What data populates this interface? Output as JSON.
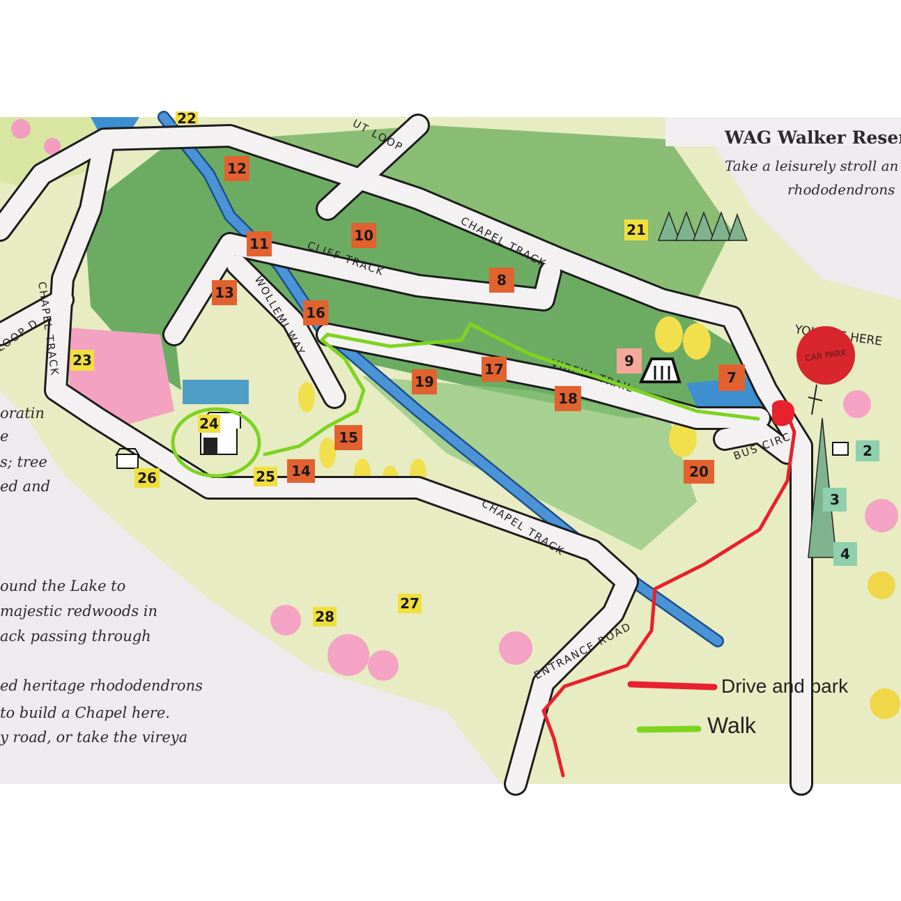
{
  "header": {
    "title": "WAG Walker Reser",
    "subtitle_line1": "Take a leisurely stroll an",
    "subtitle_line2": "rhododendrons"
  },
  "side_text": {
    "upper": [
      "oratin",
      "e",
      "s; tree",
      "ed and"
    ],
    "lower": [
      "ound the Lake to",
      "majestic redwoods in",
      "ack passing through",
      "ed heritage rhododendrons",
      " to build a Chapel here.",
      "y road, or take the vireya"
    ]
  },
  "road_labels": {
    "lookout_loop": "UT LOOP",
    "chapel_track_upper": "CHAPEL TRACK",
    "cliff_track": "CLIFF TRACK",
    "chapel_track_left": "CHAPEL TRACK",
    "loop_left": "LOOP D",
    "wollemi_way": "WOLLEMI WAY",
    "vireya_trail": "VIREYA TRAIL",
    "bus_circle": "BUS CIRC",
    "chapel_track_lower": "CHAPEL TRACK",
    "entrance_road": "ENTRANCE ROAD"
  },
  "you_are_here": {
    "label": "YOU ARE HERE",
    "car_park": "CAR PARK",
    "color": "#d8262c"
  },
  "markers": {
    "m2": {
      "label": "2",
      "kind": "teal"
    },
    "m3": {
      "label": "3",
      "kind": "teal"
    },
    "m4": {
      "label": "4",
      "kind": "teal"
    },
    "m7": {
      "label": "7",
      "kind": "orange"
    },
    "m8": {
      "label": "8",
      "kind": "orange"
    },
    "m9": {
      "label": "9",
      "kind": "pink"
    },
    "m10": {
      "label": "10",
      "kind": "orange"
    },
    "m11": {
      "label": "11",
      "kind": "orange"
    },
    "m12": {
      "label": "12",
      "kind": "orange"
    },
    "m13": {
      "label": "13",
      "kind": "orange"
    },
    "m14": {
      "label": "14",
      "kind": "orange"
    },
    "m15": {
      "label": "15",
      "kind": "orange"
    },
    "m16": {
      "label": "16",
      "kind": "orange"
    },
    "m17": {
      "label": "17",
      "kind": "orange"
    },
    "m18": {
      "label": "18",
      "kind": "orange"
    },
    "m19": {
      "label": "19",
      "kind": "orange"
    },
    "m20": {
      "label": "20",
      "kind": "orange"
    },
    "m21": {
      "label": "21",
      "kind": "yellow"
    },
    "m22": {
      "label": "22",
      "kind": "yellow"
    },
    "m23": {
      "label": "23",
      "kind": "yellow"
    },
    "m24": {
      "label": "24",
      "kind": "yellow"
    },
    "m25": {
      "label": "25",
      "kind": "yellow"
    },
    "m26": {
      "label": "26",
      "kind": "yellow"
    },
    "m27": {
      "label": "27",
      "kind": "yellow"
    },
    "m28": {
      "label": "28",
      "kind": "yellow"
    }
  },
  "marker_colors": {
    "orange": "#e2622f",
    "yellow": "#f1e03c",
    "teal": "#8fcfae",
    "pink": "#f4a79a"
  },
  "legend": {
    "drive": {
      "label": "Drive and park",
      "color": "#e8212e"
    },
    "walk": {
      "label": "Walk",
      "color": "#7ed321"
    }
  }
}
